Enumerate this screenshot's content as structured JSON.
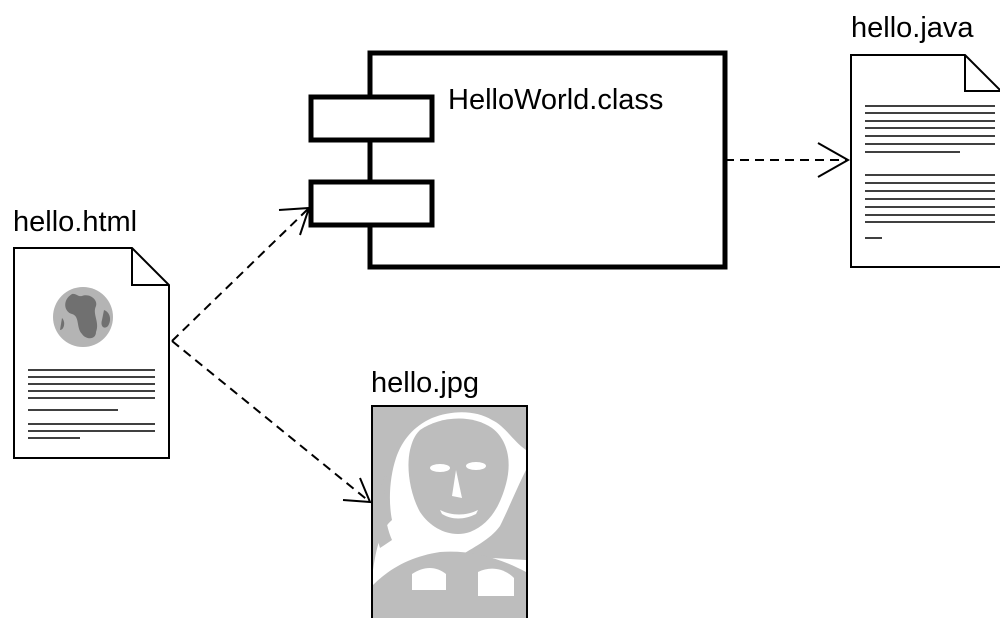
{
  "diagram": {
    "component": {
      "label": "HelloWorld.class"
    },
    "artifacts": {
      "html": {
        "label": "hello.html",
        "icon": "globe-icon"
      },
      "java": {
        "label": "hello.java",
        "icon": "text-lines-icon"
      },
      "jpg": {
        "label": "hello.jpg",
        "icon": "portrait-image-icon"
      }
    },
    "connectors": [
      {
        "from": "hello.html",
        "to": "HelloWorld.class",
        "style": "dashed",
        "arrow": "open"
      },
      {
        "from": "hello.html",
        "to": "hello.jpg",
        "style": "dashed",
        "arrow": "open"
      },
      {
        "from": "HelloWorld.class",
        "to": "hello.java",
        "style": "dashed",
        "arrow": "open"
      }
    ],
    "colors": {
      "line": "#000000",
      "background": "#ffffff",
      "icon_gray": "#b4b4b4",
      "icon_dark": "#707070"
    }
  }
}
